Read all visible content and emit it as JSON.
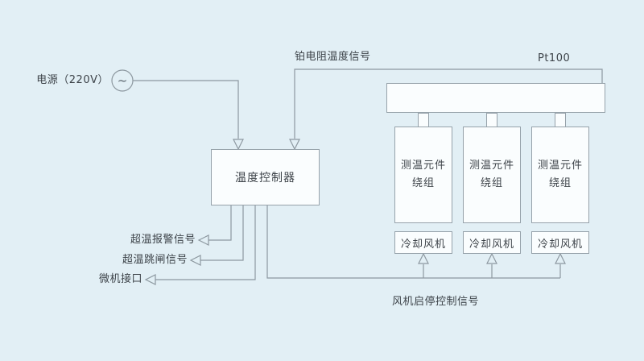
{
  "colors": {
    "background": "#e2eff5",
    "line": "#8d98a0",
    "box_fill": "#fafdfe",
    "box_border": "#96a2aa",
    "text": "#3d4349"
  },
  "power": {
    "label": "电源（220V）",
    "symbol": "~"
  },
  "controller": {
    "label": "温度控制器"
  },
  "signals": {
    "pt_resistance": "铂电阻温度信号",
    "pt100": "Pt100",
    "alarm": "超温报警信号",
    "trip": "超温跳闸信号",
    "pc_interface": "微机接口",
    "fan_control": "风机启停控制信号"
  },
  "windings": [
    {
      "line1": "测温元件",
      "line2": "绕组"
    },
    {
      "line1": "测温元件",
      "line2": "绕组"
    },
    {
      "line1": "测温元件",
      "line2": "绕组"
    }
  ],
  "fans": [
    {
      "label": "冷却风机"
    },
    {
      "label": "冷却风机"
    },
    {
      "label": "冷却风机"
    }
  ]
}
